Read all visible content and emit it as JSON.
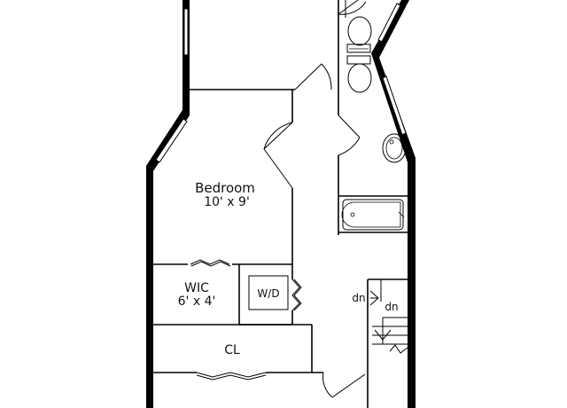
{
  "plan": {
    "rooms": {
      "bedroom": {
        "name": "Bedroom",
        "dims": "10' x 9'"
      },
      "wic": {
        "name": "WIC",
        "dims": "6' x 4'"
      },
      "closet": {
        "name": "CL"
      },
      "laundry": {
        "name": "W/D"
      }
    },
    "stairs": {
      "label_1": "dn",
      "label_2": "dn"
    }
  }
}
